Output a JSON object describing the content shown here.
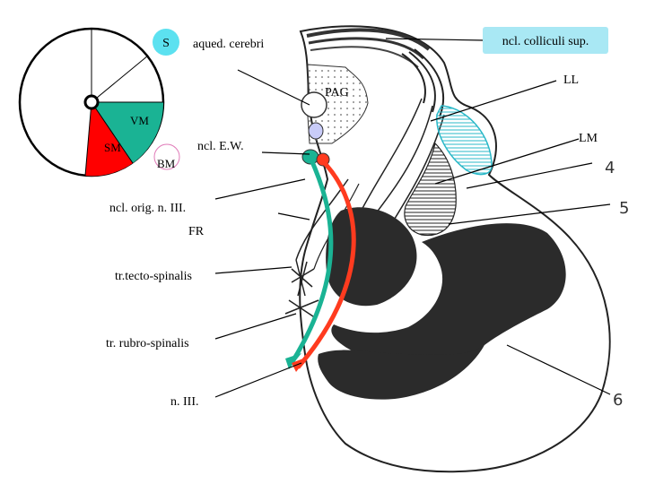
{
  "labels": {
    "s": "S",
    "aqued": "aqued. cerebri",
    "colliculi": "ncl. colliculi sup.",
    "pag": "PAG",
    "ll": "LL",
    "vm": "VM",
    "sm": "SM",
    "bm": "BM",
    "ew": "ncl. E.W.",
    "lm": "LM",
    "orig": "ncl. orig. n. III.",
    "fr": "FR",
    "tecto": "tr.tecto-spinalis",
    "rubro": "tr. rubro-spinalis",
    "n3": "n. III.",
    "num4": "4",
    "num5": "5",
    "num6": "6"
  },
  "colors": {
    "s_badge": "#5ce1f0",
    "colliculi_badge": "#a9e8f4",
    "vm_sector": "#1ab394",
    "sm_sector": "#ff0000",
    "tecto_arrow": "#1ab394",
    "rubro_arrow": "#ff3b1f",
    "ew_nucleus": "#9aa0f0",
    "bm_circle": "#e07ab8"
  }
}
